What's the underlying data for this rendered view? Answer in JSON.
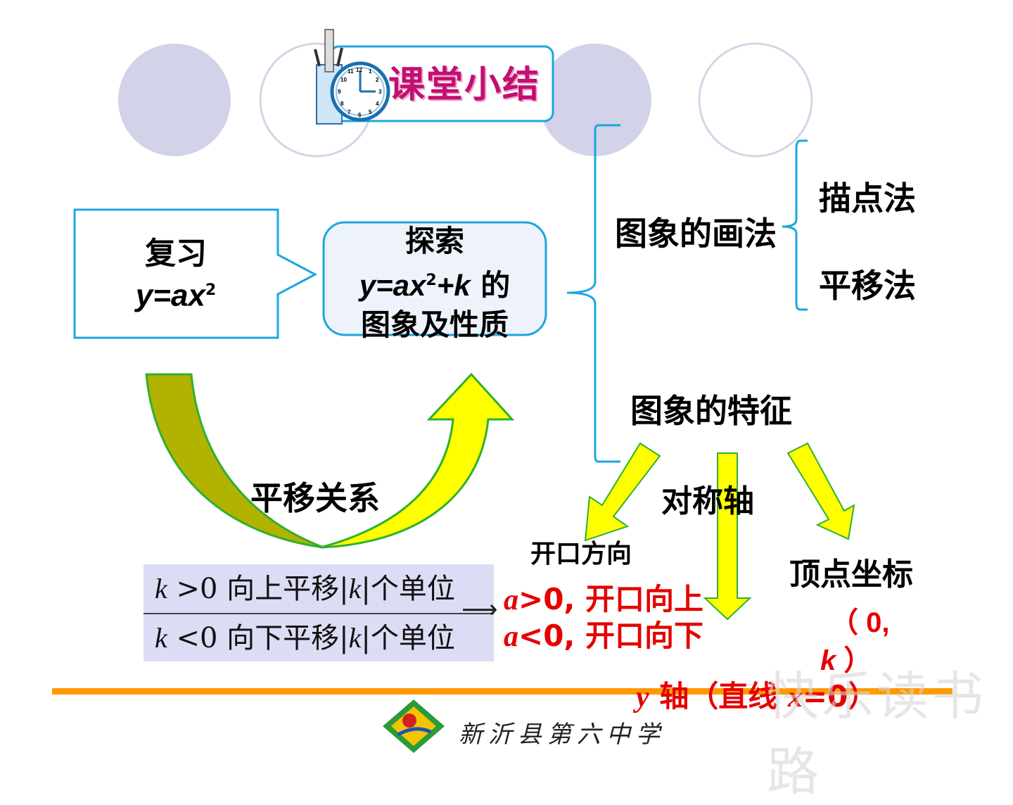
{
  "header": {
    "title": "课堂小结",
    "clock_numbers": [
      "12",
      "1",
      "2",
      "3",
      "4",
      "5",
      "6",
      "7",
      "8",
      "9",
      "10",
      "11"
    ]
  },
  "review_box": {
    "label": "复习",
    "formula": "y=ax",
    "formula_sup": "2"
  },
  "explore_box": {
    "label": "探索",
    "formula_part1": "y=ax",
    "formula_sup": "2",
    "formula_part2": "+k",
    "suffix": " 的",
    "line3": "图象及性质"
  },
  "translation": {
    "label": "平移关系",
    "table": {
      "row1": {
        "k": "k",
        "cond": " >0 向上平移|",
        "k2": "k",
        "tail": "|个单位"
      },
      "row2": {
        "k": "k",
        "cond": " <0 向下平移|",
        "k2": "k",
        "tail": "|个单位"
      }
    },
    "arrow_glyph": "⟶"
  },
  "graph_methods": {
    "heading": "图象的画法",
    "items": [
      "描点法",
      "平移法"
    ]
  },
  "graph_features": {
    "heading": "图象的特征",
    "opening": {
      "label": "开口方向",
      "line1_var": "a",
      "line1": ">0, 开口向上",
      "line2_var": "a",
      "line2": "<0, 开口向下"
    },
    "axis": {
      "label": "对称轴",
      "value_var": "y",
      "value": " 轴（直线 ",
      "value_var2": "x",
      "value_tail": "=0）"
    },
    "vertex": {
      "label": "顶点坐标",
      "line1": "（ 0,",
      "line2_var": "k",
      "line2": " ）"
    }
  },
  "footer": {
    "school": "新沂县第六中学",
    "watermark": "快乐读书路"
  },
  "colors": {
    "bracket": "#1aa7e0",
    "circle_fill": "#d2d2e8",
    "circle_stroke": "#ccccdd",
    "arrow_yellow": "#ffff00",
    "arrow_olive": "#b2b200",
    "arrow_outline": "#30b030",
    "answer_red": "#e60000",
    "footer_line": "#ff9900"
  }
}
